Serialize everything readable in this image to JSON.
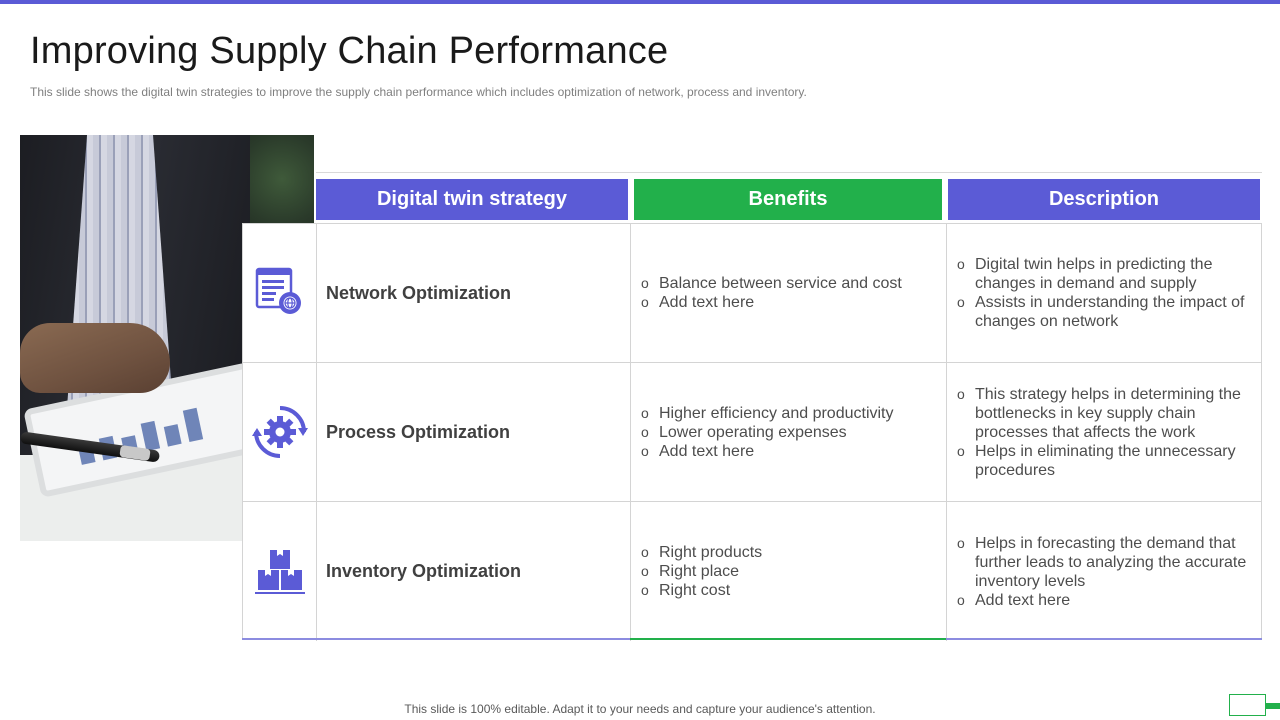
{
  "slide": {
    "title": "Improving Supply Chain Performance",
    "subtitle": "This slide shows the digital twin strategies to improve  the supply chain performance  which includes optimization of network, process and inventory.",
    "footer": "This slide is 100% editable. Adapt it to your needs and capture your audience's attention."
  },
  "colors": {
    "accent_purple": "#5b5bd6",
    "accent_green": "#22b04b"
  },
  "table": {
    "headers": [
      "Digital twin strategy",
      "Benefits",
      "Description"
    ],
    "rows": [
      {
        "icon": "network-settings-icon",
        "name": "Network Optimization",
        "benefits": [
          "Balance between service and cost",
          "Add text here"
        ],
        "description": [
          "Digital twin helps in predicting the changes in demand and supply",
          "Assists in understanding the impact of changes on network"
        ]
      },
      {
        "icon": "process-gear-icon",
        "name": "Process Optimization",
        "benefits": [
          "Higher efficiency and productivity",
          "Lower operating expenses",
          "Add text here"
        ],
        "description": [
          "This strategy helps in determining the bottlenecks in key supply chain processes that affects the work",
          "Helps in eliminating the unnecessary procedures"
        ]
      },
      {
        "icon": "inventory-boxes-icon",
        "name": "Inventory Optimization",
        "benefits": [
          "Right products",
          "Right place",
          "Right cost"
        ],
        "description": [
          "Helps in forecasting the demand that further  leads to analyzing the accurate inventory  levels",
          "Add text here"
        ]
      }
    ]
  }
}
